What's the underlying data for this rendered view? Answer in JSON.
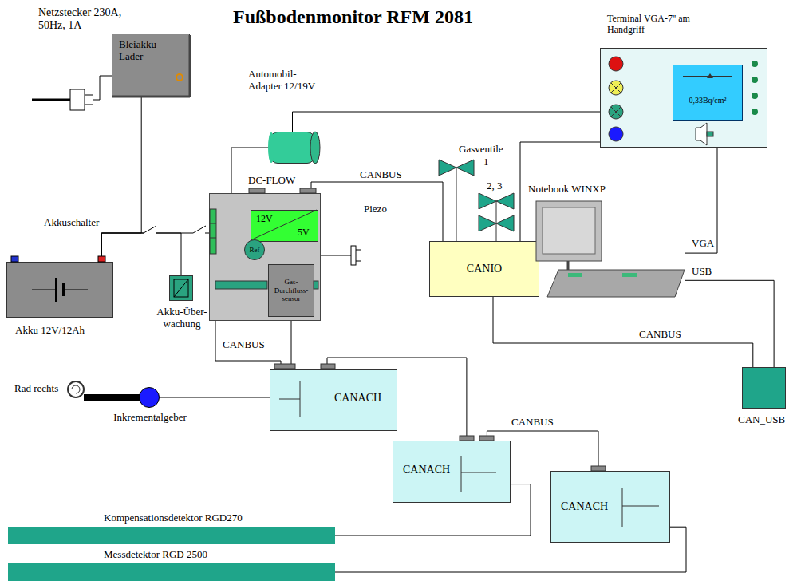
{
  "diagram": {
    "title": "Fußbodenmonitor RFM 2081",
    "nodes": [
      {
        "text": [
          "Bleiakku- Lader"
        ]
      },
      {
        "text": [
          "Automobil- Adapter 12/19V"
        ]
      },
      {
        "text": [
          "Terminal VGA-7'' am Handgriff"
        ]
      },
      {
        "text": [
          "0,33Bq/cm²"
        ],
        "in": 2
      },
      {
        "text": [
          "DC-FLOW"
        ]
      },
      {
        "text": [
          "12V",
          "5V"
        ],
        "in": 4
      },
      {
        "text": [
          "Ref"
        ],
        "in": 4
      },
      {
        "text": [
          "Gas- Durchfluss- sensor"
        ],
        "in": 4
      },
      {
        "text": [
          "Akku 12V/12Ah"
        ]
      },
      {
        "text": [
          "Akku-Über- wachung"
        ]
      },
      {
        "text": [
          "CANIO"
        ]
      },
      {
        "text": [
          "Notebook WINXP"
        ]
      },
      {
        "text": [
          "CAN_USB"
        ]
      },
      {
        "text": [
          "CANACH"
        ]
      },
      {
        "text": [
          "CANACH"
        ]
      },
      {
        "text": [
          "CANACH"
        ]
      },
      {
        "text": [
          "Kompensationsdetektor RGD270"
        ]
      },
      {
        "text": [
          "Messdetektor RGD 2500"
        ]
      },
      {
        "text": [
          "Inkrementalgeber"
        ]
      }
    ],
    "edges": [
      {
        "from": 0,
        "to": 8,
        "arrow": "none"
      },
      {
        "from": 8,
        "to": 4,
        "arrow": "none"
      },
      {
        "from": 9,
        "to": 8,
        "arrow": "none"
      },
      {
        "from": 1,
        "to": 4,
        "arrow": "none"
      },
      {
        "from": 1,
        "to": 2,
        "arrow": "none"
      },
      {
        "from": 4,
        "to": 10,
        "label": "CANBUS",
        "arrow": "none"
      },
      {
        "from": 4,
        "to": 13,
        "label": "CANBUS",
        "arrow": "none"
      },
      {
        "from": 7,
        "to": 13,
        "arrow": "none"
      },
      {
        "from": 13,
        "to": 14,
        "arrow": "none"
      },
      {
        "from": 14,
        "to": 15,
        "label": "CANBUS",
        "arrow": "none"
      },
      {
        "from": 14,
        "to": 16,
        "arrow": "none"
      },
      {
        "from": 15,
        "to": 17,
        "arrow": "none"
      },
      {
        "from": 18,
        "to": 13,
        "arrow": "none"
      },
      {
        "from": 10,
        "to": 2,
        "arrow": "none"
      },
      {
        "from": 11,
        "to": 2,
        "label": "VGA",
        "arrow": "none"
      },
      {
        "from": 11,
        "to": 12,
        "label": "USB",
        "arrow": "none"
      },
      {
        "from": 10,
        "to": 12,
        "label": "CANBUS",
        "arrow": "none"
      }
    ],
    "labels": [
      "Netzstecker 230A, 50Hz, 1A",
      "Akkuschalter",
      "Gasventile",
      "1",
      "2, 3",
      "Piezo",
      "Rad rechts"
    ]
  }
}
